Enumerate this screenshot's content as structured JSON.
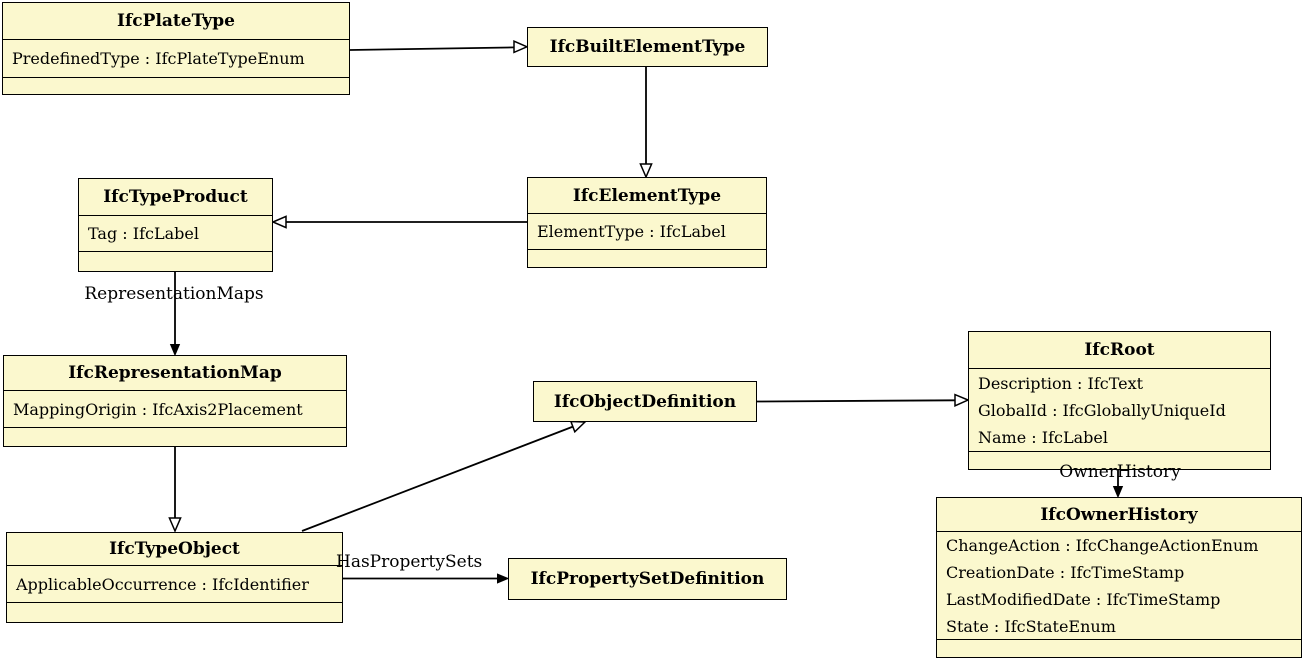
{
  "diagram": {
    "background_color": "#FFFFFF",
    "box_fill_color": "#FBF8CE",
    "box_border_color": "#000000",
    "text_color": "#000000"
  },
  "classes": {
    "plate_type": {
      "title": "IfcPlateType",
      "attributes": [
        "PredefinedType : IfcPlateTypeEnum"
      ]
    },
    "built_element_type": {
      "title": "IfcBuiltElementType"
    },
    "type_product": {
      "title": "IfcTypeProduct",
      "attributes": [
        "Tag : IfcLabel"
      ]
    },
    "element_type": {
      "title": "IfcElementType",
      "attributes": [
        "ElementType : IfcLabel"
      ]
    },
    "representation_map": {
      "title": "IfcRepresentationMap",
      "attributes": [
        "MappingOrigin : IfcAxis2Placement"
      ]
    },
    "object_definition": {
      "title": "IfcObjectDefinition"
    },
    "root": {
      "title": "IfcRoot",
      "attributes": [
        "Description : IfcText",
        "GlobalId : IfcGloballyUniqueId",
        "Name : IfcLabel"
      ]
    },
    "type_object": {
      "title": "IfcTypeObject",
      "attributes": [
        "ApplicableOccurrence : IfcIdentifier"
      ]
    },
    "property_set_definition": {
      "title": "IfcPropertySetDefinition"
    },
    "owner_history": {
      "title": "IfcOwnerHistory",
      "attributes": [
        "ChangeAction : IfcChangeActionEnum",
        "CreationDate : IfcTimeStamp",
        "LastModifiedDate : IfcTimeStamp",
        "State : IfcStateEnum"
      ]
    }
  },
  "edges": [
    {
      "from": "IfcPlateType",
      "to": "IfcBuiltElementType",
      "style": "open-triangle",
      "label": ""
    },
    {
      "from": "IfcBuiltElementType",
      "to": "IfcElementType",
      "style": "open-triangle",
      "label": ""
    },
    {
      "from": "IfcElementType",
      "to": "IfcTypeProduct",
      "style": "open-triangle",
      "label": ""
    },
    {
      "from": "IfcTypeProduct",
      "to": "IfcRepresentationMap",
      "style": "filled-arrow",
      "label": "RepresentationMaps"
    },
    {
      "from": "IfcRepresentationMap",
      "to": "IfcTypeObject",
      "style": "open-triangle",
      "label": ""
    },
    {
      "from": "IfcTypeObject",
      "to": "IfcObjectDefinition",
      "style": "open-triangle",
      "label": ""
    },
    {
      "from": "IfcObjectDefinition",
      "to": "IfcRoot",
      "style": "open-triangle",
      "label": ""
    },
    {
      "from": "IfcRoot",
      "to": "IfcOwnerHistory",
      "style": "filled-arrow",
      "label": "OwnerHistory"
    },
    {
      "from": "IfcTypeObject",
      "to": "IfcPropertySetDefinition",
      "style": "filled-arrow",
      "label": "HasPropertySets"
    }
  ]
}
